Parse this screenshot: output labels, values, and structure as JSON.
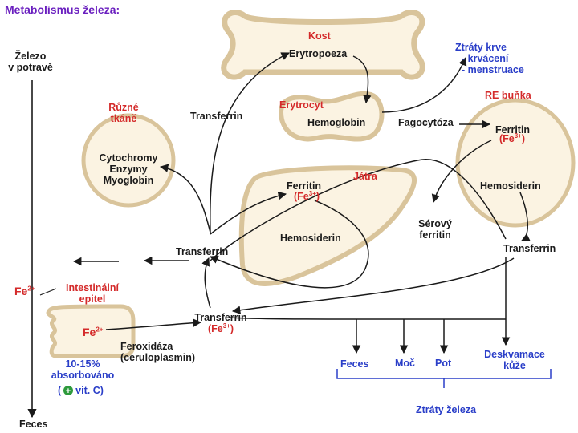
{
  "title": "Metabolismus železa:",
  "colors": {
    "title": "#6a1fbf",
    "organ_fill": "#fbf3e2",
    "organ_stroke": "#d9c49b",
    "red": "#d42a2a",
    "blue": "#2a3ec8",
    "arrow": "#1a1a1a",
    "green": "#2e9a3c"
  },
  "left": {
    "intake_1": "Železo",
    "intake_2": "v potravě",
    "fe": "Fe",
    "fe_sup": "2+",
    "feces": "Feces"
  },
  "kost": {
    "label": "Kost",
    "erytropoeza": "Erytropoeza"
  },
  "erytrocyt": {
    "label": "Erytrocyt",
    "hemoglobin": "Hemoglobin"
  },
  "tkane": {
    "label_1": "Různé",
    "label_2": "tkáně",
    "items_1": "Cytochromy",
    "items_2": "Enzymy",
    "items_3": "Myoglobin"
  },
  "transferrin_top": "Transferrin",
  "losses_blood": {
    "title": "Ztráty krve",
    "item_1": "- krvácení",
    "item_2": "- menstruace"
  },
  "re": {
    "label": "RE buňka",
    "ferritin": "Ferritin",
    "fe": "(Fe",
    "fe_sup": "3+",
    "fe_close": ")",
    "hemosiderin": "Hemosiderin"
  },
  "fagocytoza": "Fagocytóza",
  "jatra": {
    "label": "Játra",
    "ferritin": "Ferritin",
    "fe": "(Fe",
    "fe_sup": "3+",
    "fe_close": ")",
    "hemosiderin": "Hemosiderin"
  },
  "serovy": {
    "line_1": "Sérový",
    "line_2": "ferritin"
  },
  "transferrin_mid": "Transferrin",
  "transferrin_right": "Transferrin",
  "intestinal": {
    "label_1": "Intestinální",
    "label_2": "epitel",
    "fe": "Fe",
    "fe_sup": "2+"
  },
  "transferrin_low": {
    "label": "Transferrin",
    "fe": "(Fe",
    "fe_sup": "3+",
    "fe_close": ")"
  },
  "feroxidaza": {
    "line_1": "Feroxidáza",
    "line_2": "(ceruloplasmin)"
  },
  "absorb": {
    "line_1": "10-15%",
    "line_2": "absorbováno",
    "open": "(",
    "plus": "+",
    "vit": "vit. C)"
  },
  "outputs": {
    "feces": "Feces",
    "moc": "Moč",
    "pot": "Pot",
    "desk_1": "Deskvamace",
    "desk_2": "kůže"
  },
  "losses_iron": "Ztráty železa"
}
